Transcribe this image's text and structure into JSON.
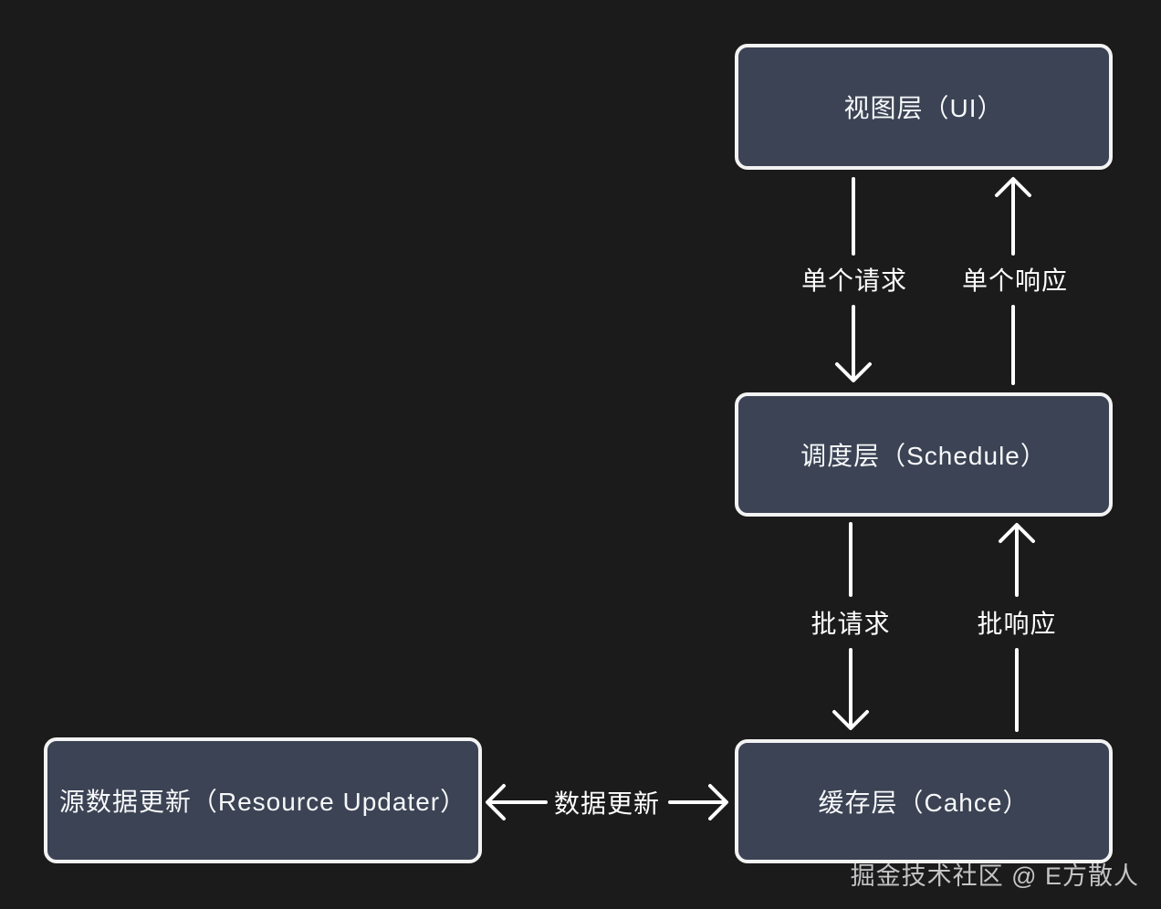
{
  "diagram": {
    "title_hint": "request scheduling / cache layering diagram",
    "colors": {
      "background": "#1b1b1b",
      "node_fill": "#3b4354",
      "node_border": "#f3f3f3",
      "arrow": "#ffffff",
      "text": "#f7f8fa",
      "watermark": "#cdcec9"
    },
    "nodes": [
      {
        "id": "view-layer",
        "label": "视图层（UI）"
      },
      {
        "id": "schedule-layer",
        "label": "调度层（Schedule）"
      },
      {
        "id": "cache-layer",
        "label": "缓存层（Cahce）"
      },
      {
        "id": "resource-updater",
        "label": "源数据更新（Resource Updater）"
      }
    ],
    "edges": [
      {
        "id": "single-request",
        "label": "单个请求",
        "from": "view-layer",
        "to": "schedule-layer",
        "direction": "down"
      },
      {
        "id": "single-response",
        "label": "单个响应",
        "from": "schedule-layer",
        "to": "view-layer",
        "direction": "up"
      },
      {
        "id": "batch-request",
        "label": "批请求",
        "from": "schedule-layer",
        "to": "cache-layer",
        "direction": "down"
      },
      {
        "id": "batch-response",
        "label": "批响应",
        "from": "cache-layer",
        "to": "schedule-layer",
        "direction": "up"
      },
      {
        "id": "data-update",
        "label": "数据更新",
        "from": "cache-layer",
        "to": "resource-updater",
        "direction": "both"
      }
    ],
    "watermark": "掘金技术社区 @ E方散人"
  }
}
